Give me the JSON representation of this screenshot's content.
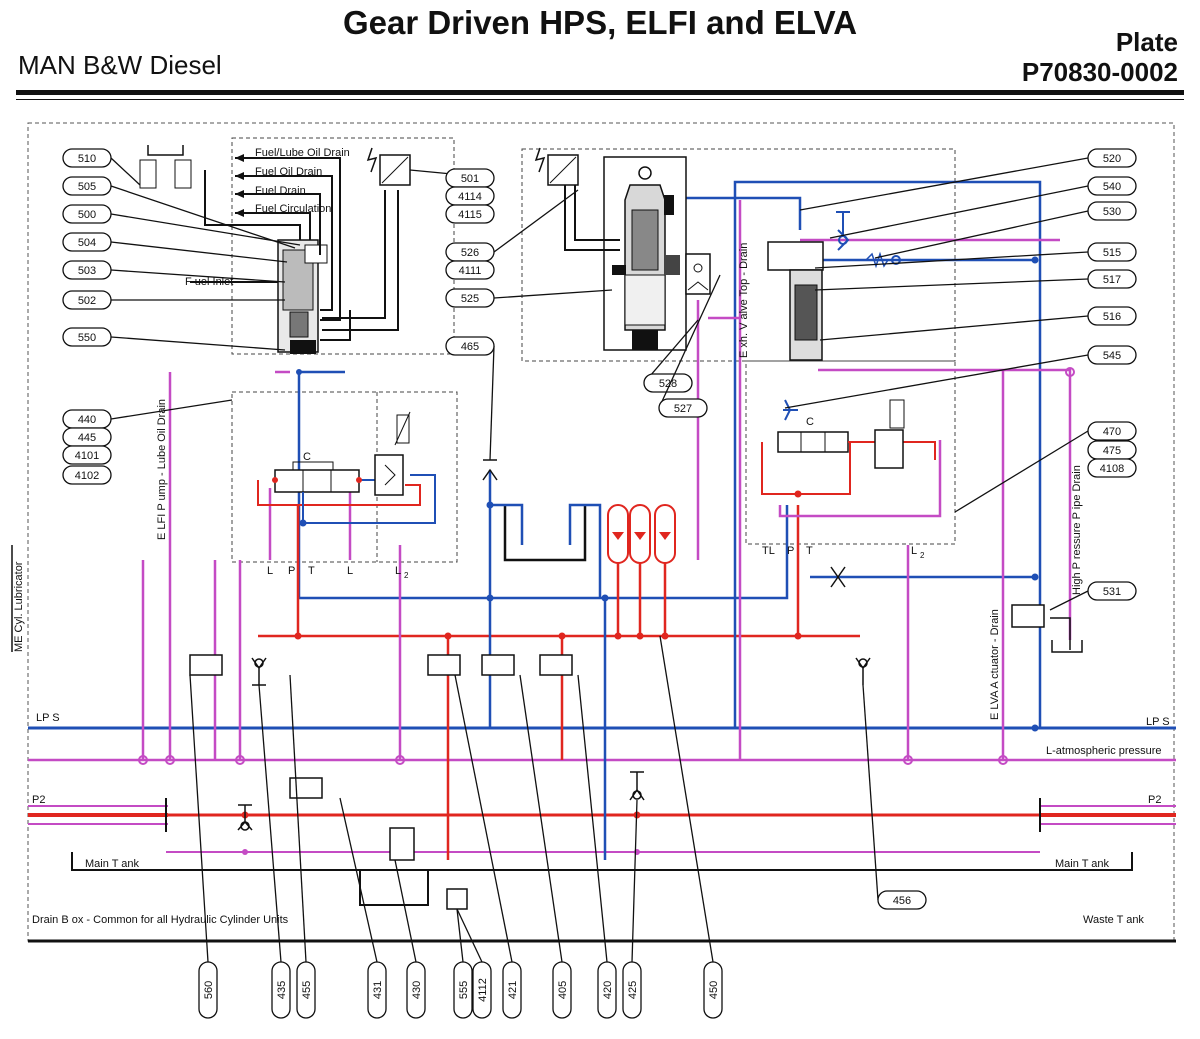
{
  "header": {
    "title": "Gear Driven HPS, ELFI and ELVA",
    "company": "MAN B&W Diesel",
    "plate_label": "Plate",
    "plate_number": "P70830-0002"
  },
  "colors": {
    "blue": "#1f4fb5",
    "red": "#e0261f",
    "magenta": "#c44bc4",
    "black": "#111111"
  },
  "line_labels": {
    "lps": "LP S",
    "lps_right": "LP S",
    "l_atm": "L-atmospheric pressure",
    "p2": "P2",
    "p2_right": "P2",
    "main_tank": "Main T ank",
    "main_tank_right": "Main T ank",
    "drain_box": "Drain B ox  - Common for all Hydraulic Cylinder Units",
    "waste_tank": "Waste T ank"
  },
  "drain_labels": {
    "fuel_lube_oil_drain": "Fuel/Lube Oil  Drain",
    "fuel_oil_drain": "Fuel Oil Drain",
    "fuel_drain": "Fuel Drain",
    "fuel_circulation": "Fuel Circulation",
    "fuel_inlet": "F uel Inlet"
  },
  "vertical_labels": {
    "elfi_pump_drain": "E LFI P ump - Lube Oil Drain",
    "me_cyl_lubricator": "ME Cyl. Lubricator",
    "exh_valve_drain": "E xh. V alve Top - Drain",
    "high_pressure_drain": "High P ressure P  ipe Drain",
    "elva_actuator_drain": "E LVA A ctuator - Drain"
  },
  "port_labels": {
    "elfi_c": "C",
    "elfi_l1": "L",
    "elfi_p": "P",
    "elfi_t": "T",
    "elfi_l2": "L",
    "elfi_l2b": "L",
    "elfi_l2b_sub": "2",
    "elva_c": "C",
    "elva_tl": "TL",
    "elva_p": "P",
    "elva_t": "T",
    "elva_l2": "L",
    "elva_l2_sub": "2"
  },
  "callouts": {
    "c510": "510",
    "c505": "505",
    "c500": "500",
    "c504": "504",
    "c503": "503",
    "c502": "502",
    "c550": "550",
    "c440": "440",
    "c445": "445",
    "c4101": "4101",
    "c4102": "4102",
    "c501": "501",
    "c4114": "4114",
    "c4115": "4115",
    "c526": "526",
    "c4111": "4111",
    "c525": "525",
    "c465": "465",
    "c528": "528",
    "c527": "527",
    "c520": "520",
    "c540": "540",
    "c530": "530",
    "c515": "515",
    "c517": "517",
    "c516": "516",
    "c545": "545",
    "c470": "470",
    "c475": "475",
    "c4108": "4108",
    "c531": "531",
    "c456": "456"
  },
  "bottom_callouts": [
    "560",
    "435",
    "455",
    "431",
    "430",
    "555",
    "4112",
    "421",
    "405",
    "420",
    "425",
    "450"
  ]
}
